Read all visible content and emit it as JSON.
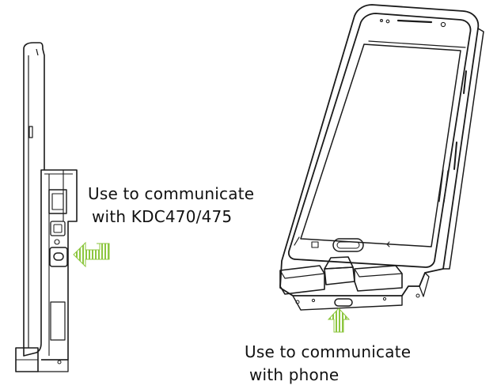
{
  "captions": {
    "side_port": {
      "line1": "Use to communicate",
      "line2": "with KDC470/475"
    },
    "bottom_port": {
      "line1": "Use to communicate",
      "line2": "with phone"
    }
  },
  "colors": {
    "arrow": "#8dc63f",
    "stroke": "#1a1a1a",
    "background": "#ffffff"
  },
  "icons": {
    "side_arrow": "green-left-arrow-icon",
    "bottom_arrow": "green-up-arrow-icon",
    "usb_port": "usb-c-port-icon"
  }
}
